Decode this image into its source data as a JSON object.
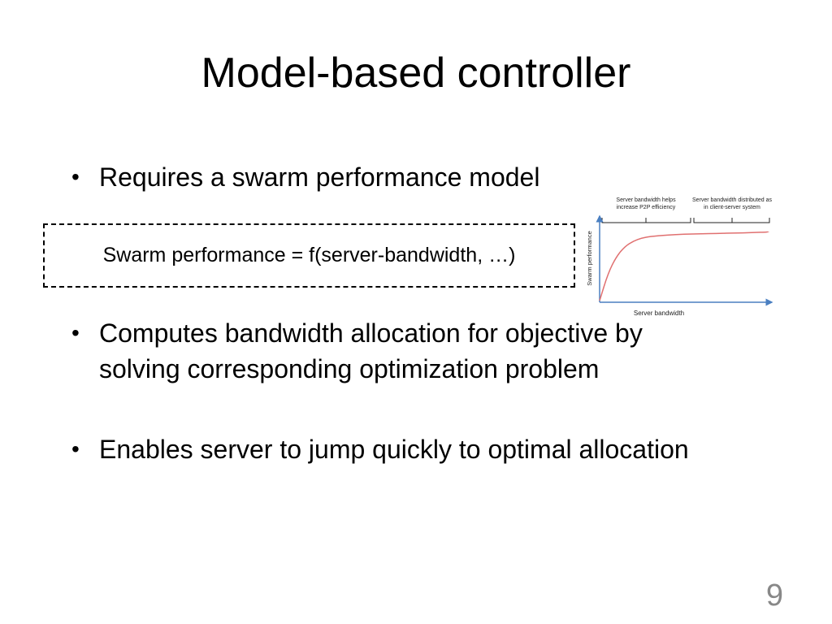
{
  "slide": {
    "title": "Model-based controller",
    "bullets": [
      "Requires a swarm performance model",
      "Computes bandwidth allocation for objective by",
      "solving corresponding optimization problem",
      "Enables server to jump quickly to optimal allocation"
    ],
    "formula": "Swarm performance = f(server-bandwidth, …)",
    "page_number": "9",
    "bullet_glyph": "•"
  },
  "chart_data": {
    "type": "line",
    "title": "",
    "xlabel": "Server bandwidth",
    "ylabel": "Swarm performance",
    "grid": false,
    "annotations": [
      {
        "line1": "Server bandwidth helps",
        "line2": "increase P2P efficiency"
      },
      {
        "line1": "Server bandwidth distributed as",
        "line2": "in client-server system"
      }
    ],
    "curve": {
      "shape": "saturating",
      "x": [
        0,
        0.05,
        0.1,
        0.15,
        0.2,
        0.25,
        0.3,
        0.4,
        0.5,
        0.6,
        0.7,
        0.8,
        0.9,
        1.0
      ],
      "y": [
        0,
        0.36,
        0.58,
        0.71,
        0.78,
        0.82,
        0.84,
        0.86,
        0.87,
        0.875,
        0.88,
        0.885,
        0.89,
        0.9
      ]
    },
    "colors": {
      "curve": "#e07070",
      "axes": "#4a7fc1",
      "brackets": "#222222"
    }
  }
}
